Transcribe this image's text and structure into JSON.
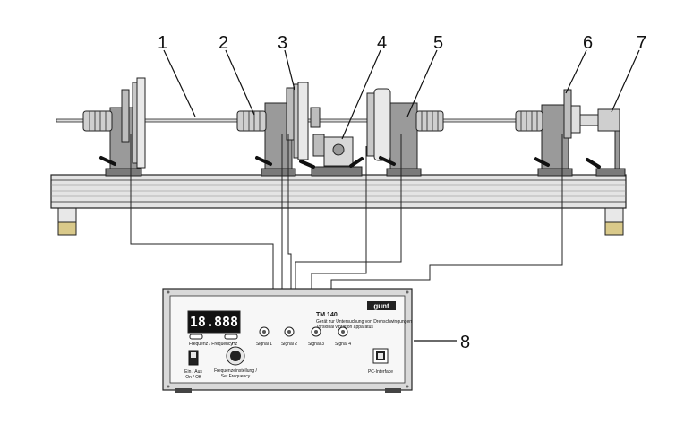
{
  "callouts": [
    "1",
    "2",
    "3",
    "4",
    "5",
    "6",
    "7",
    "8"
  ],
  "panel": {
    "logo": "gunt",
    "model": "TM 140",
    "desc_de": "Gerät zur Untersuchung von Drehschwingungen",
    "desc_en": "Torsional vibration apparatus",
    "display_value": "18.888",
    "display_label_left": "Frequenz / Frequency",
    "display_label_unit": "Hz",
    "signals": [
      "Signal 1",
      "Signal 2",
      "Signal 3",
      "Signal 4"
    ],
    "power_label_1": "Ein / Aus",
    "power_label_2": "On / Off",
    "freq_label_1": "Frequenzeinstellung /",
    "freq_label_2": "Set Frequency",
    "pc_label": "PC-Interface"
  }
}
